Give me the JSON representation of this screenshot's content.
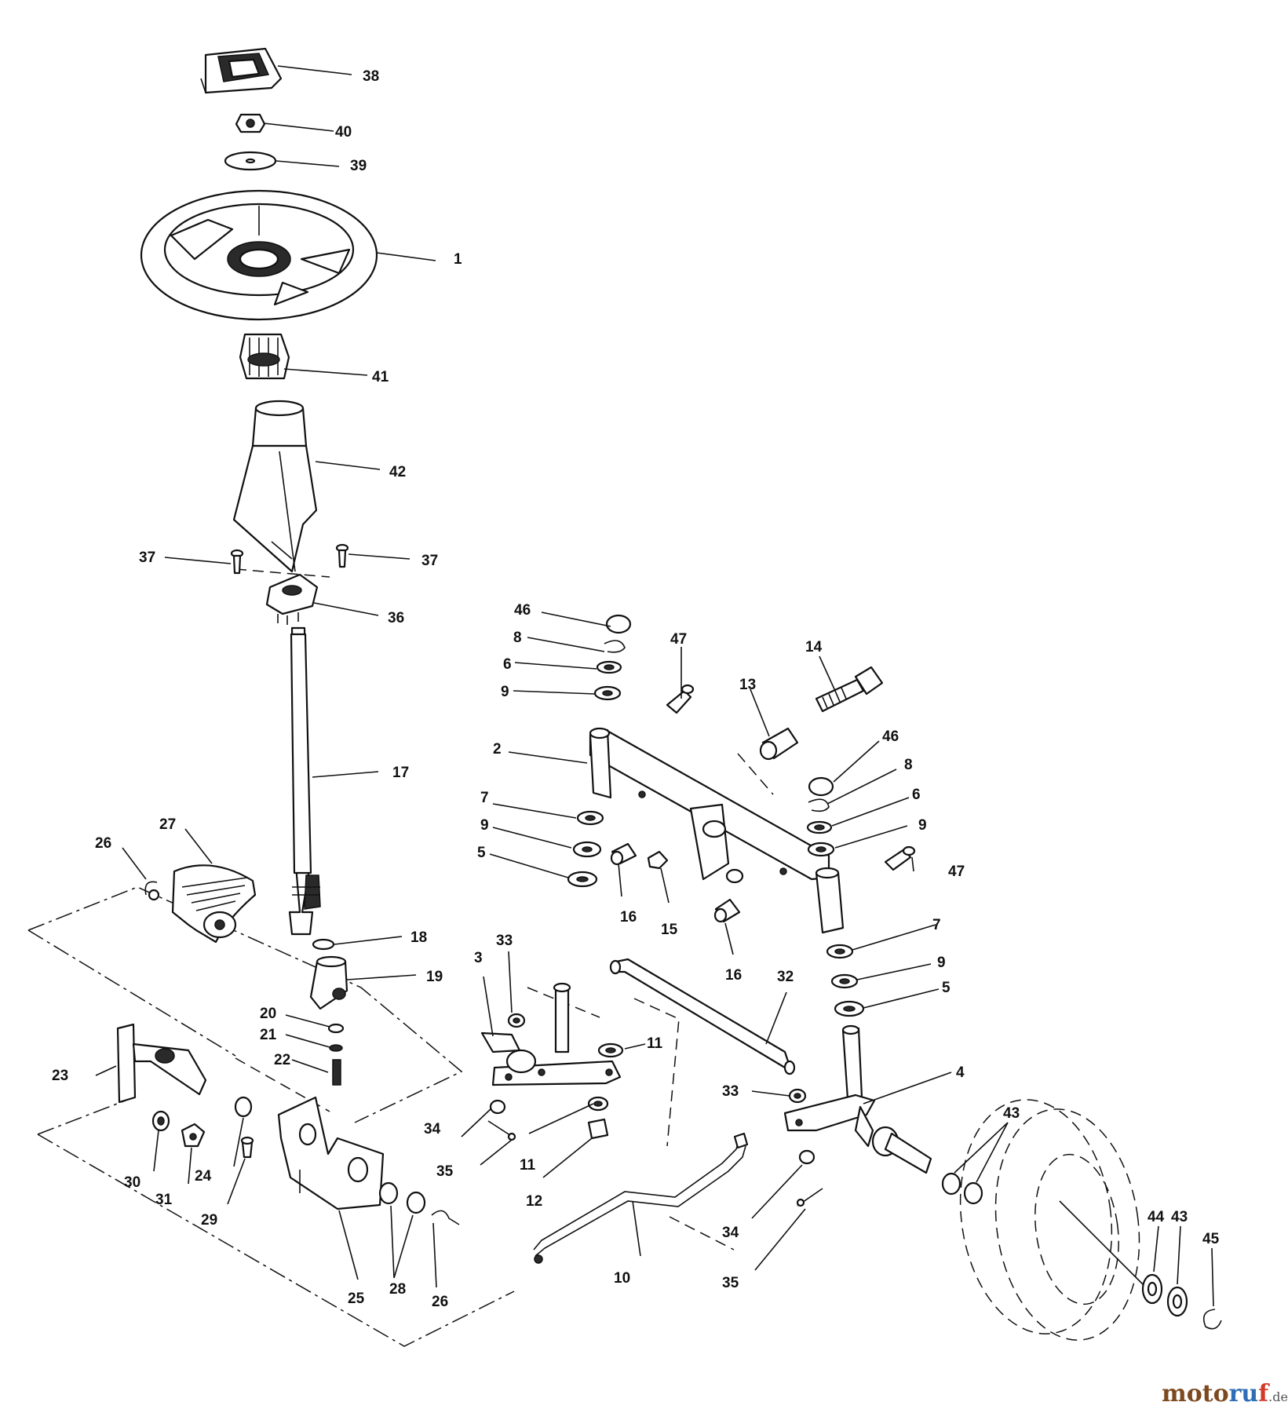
{
  "diagram": {
    "labels": {
      "l1": "1",
      "l2": "2",
      "l3": "3",
      "l4": "4",
      "l5a": "5",
      "l5b": "5",
      "l6a": "6",
      "l6b": "6",
      "l7a": "7",
      "l7b": "7",
      "l8a": "8",
      "l8b": "8",
      "l9a": "9",
      "l9b": "9",
      "l9c": "9",
      "l9d": "9",
      "l10": "10",
      "l11a": "11",
      "l11b": "11",
      "l12": "12",
      "l13": "13",
      "l14": "14",
      "l15": "15",
      "l16a": "16",
      "l16b": "16",
      "l17": "17",
      "l18": "18",
      "l19": "19",
      "l20": "20",
      "l21": "21",
      "l22": "22",
      "l23": "23",
      "l24": "24",
      "l25": "25",
      "l26a": "26",
      "l26b": "26",
      "l27": "27",
      "l28": "28",
      "l29": "29",
      "l30": "30",
      "l31": "31",
      "l32": "32",
      "l33a": "33",
      "l33b": "33",
      "l34a": "34",
      "l34b": "34",
      "l35a": "35",
      "l35b": "35",
      "l36": "36",
      "l37a": "37",
      "l37b": "37",
      "l38": "38",
      "l39": "39",
      "l40": "40",
      "l41": "41",
      "l42": "42",
      "l43a": "43",
      "l43b": "43",
      "l44": "44",
      "l45": "45",
      "l46a": "46",
      "l46b": "46",
      "l47a": "47",
      "l47b": "47"
    }
  },
  "watermark": {
    "a": "moto",
    "b": "ru",
    "c": "f",
    "d": ".de"
  }
}
